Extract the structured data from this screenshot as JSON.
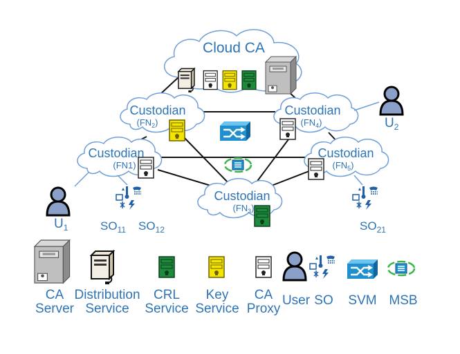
{
  "diagram": {
    "cloud_ca_label": "Cloud CA",
    "custodian_label": "Custodian",
    "fog_nodes": {
      "fn1": "(FN1)",
      "fn2": {
        "main": "(FN",
        "sub": "2",
        "close": ")"
      },
      "fn3": {
        "main": "(FN",
        "sub": "3",
        "close": ")"
      },
      "fn4": {
        "main": "(FN",
        "sub": "4",
        "close": ")"
      },
      "fn5": {
        "main": "(FN",
        "sub": "5",
        "close": ")"
      }
    },
    "users": {
      "u1": {
        "main": "U",
        "sub": "1"
      },
      "u2": {
        "main": "U",
        "sub": "2"
      }
    },
    "smart_objects": {
      "so11": {
        "main": "SO",
        "sub": "11"
      },
      "so12": {
        "main": "SO",
        "sub": "12"
      },
      "so21": {
        "main": "SO",
        "sub": "21"
      }
    }
  },
  "legend": {
    "ca_server": [
      "CA",
      "Server"
    ],
    "distribution_service": [
      "Distribution",
      "Service"
    ],
    "crl_service": [
      "CRL",
      "Service"
    ],
    "key_service": [
      "Key",
      "Service"
    ],
    "ca_proxy": [
      "CA",
      "Proxy"
    ],
    "user": "User",
    "so": "SO",
    "svm": "SVM",
    "msb": "MSB"
  },
  "colors": {
    "label_blue": "#2e74b5",
    "cloud_stroke": "#6f9fd8",
    "crl_green": "#1e8a3c",
    "key_yellow": "#f5e400",
    "svm_blue": "#1f8fd0",
    "msb_ring": "#3cb54a"
  }
}
